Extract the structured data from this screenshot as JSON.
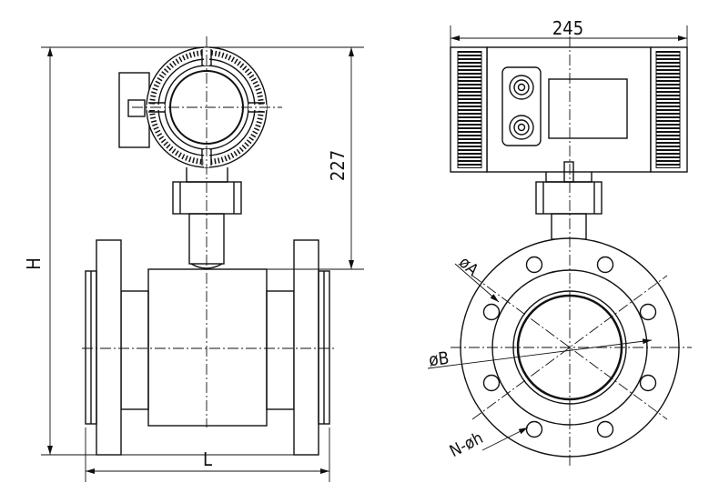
{
  "drawing": {
    "front_view": {
      "width_label": "L",
      "height_label": "H",
      "head_height_label": "227"
    },
    "side_view": {
      "housing_width_label": "245",
      "dia_a_label": "øA",
      "dia_b_label": "øB",
      "bolt_holes_label": "N-øh"
    }
  }
}
